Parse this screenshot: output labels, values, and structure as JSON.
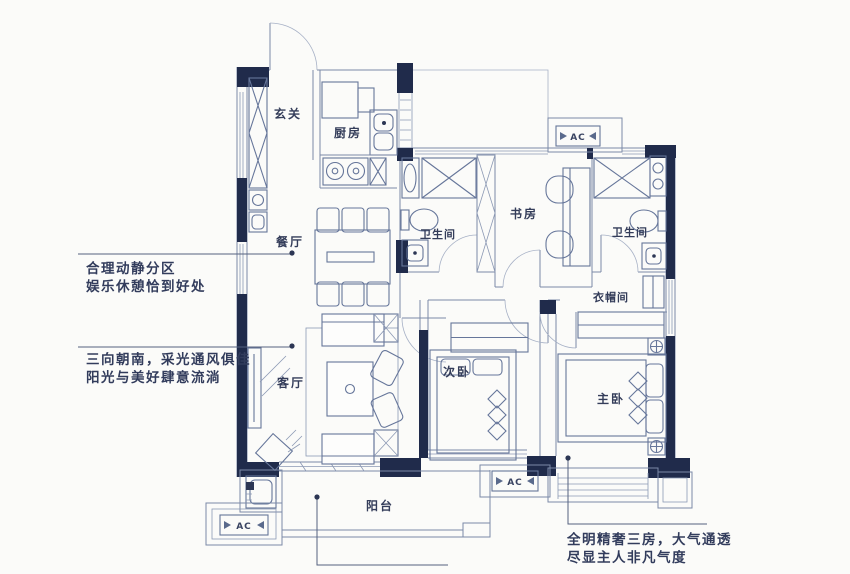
{
  "rooms": {
    "entry": "玄关",
    "kitchen": "厨房",
    "dining": "餐厅",
    "living": "客厅",
    "bath1": "卫生间",
    "study": "书房",
    "bath2": "卫生间",
    "cloakroom": "衣帽间",
    "bedroom2": "次卧",
    "master": "主卧",
    "balcony": "阳台"
  },
  "ac_labels": [
    "AC",
    "AC",
    "AC"
  ],
  "annotations": {
    "zoning": {
      "line1": "合理动静分区",
      "line2": "娱乐休憩恰到好处"
    },
    "south": {
      "line1": "三向朝南，采光通风俱佳",
      "line2": "阳光与美好肆意流淌"
    },
    "bright": {
      "line1": "全明精奢三房，大气通透",
      "line2": "尽显主人非凡气度"
    }
  },
  "colors": {
    "wall": "#202b4b",
    "line": "#7b89a7",
    "text": "#343d5a",
    "background": "#fbfbf9"
  }
}
